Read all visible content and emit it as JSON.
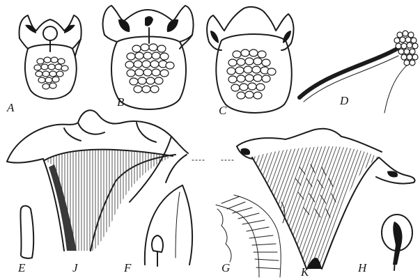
{
  "labels": {
    "a": "A",
    "b": "B",
    "c": "C",
    "d": "D",
    "e": "E",
    "j": "J",
    "f": "F",
    "g": "G",
    "k": "K",
    "h": "H"
  },
  "ink_color": "#161616",
  "paper_color": "#ffffff"
}
